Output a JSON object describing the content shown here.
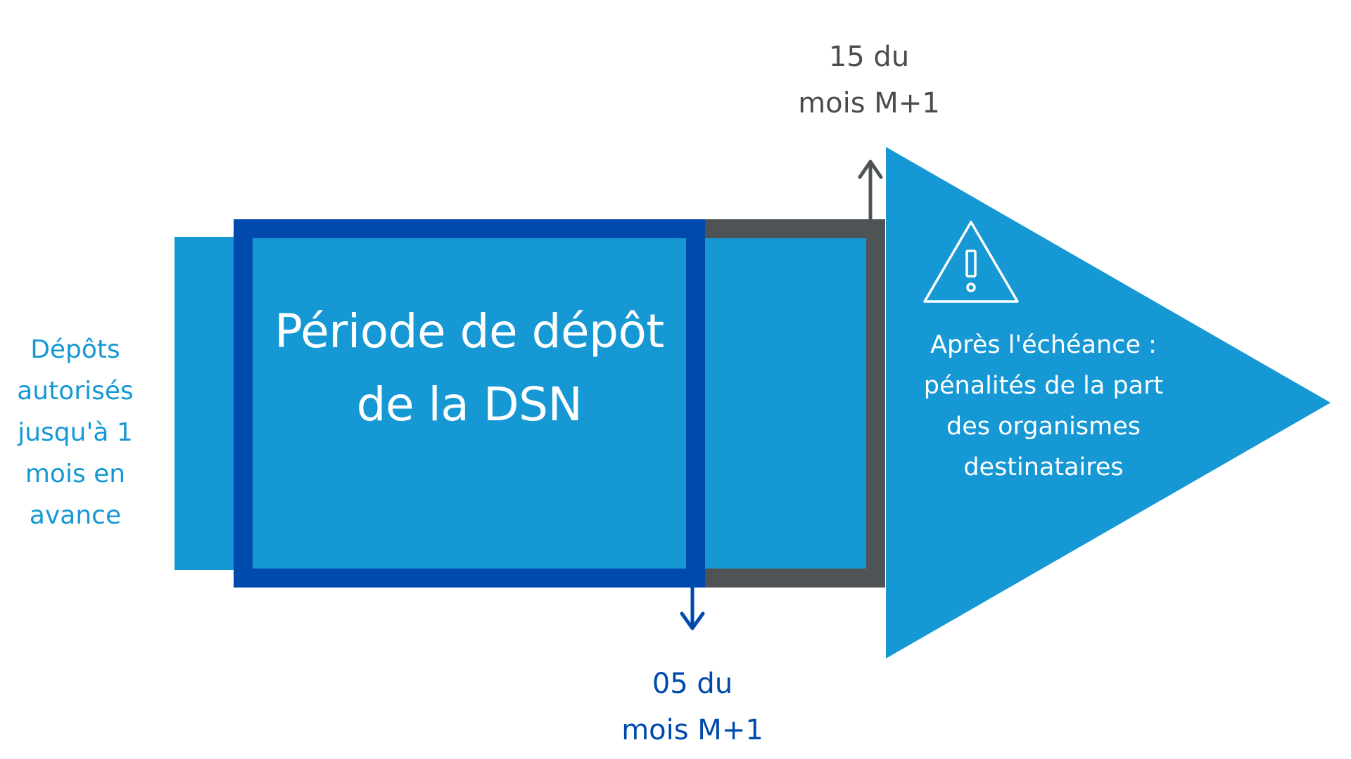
{
  "diagram": {
    "title": {
      "lines": [
        "Période de dépôt",
        "de la DSN"
      ]
    },
    "left_note": {
      "lines": [
        "Dépôts",
        "autorisés",
        "jusqu'à 1",
        "mois en",
        "avance"
      ]
    },
    "deadline_1": {
      "lines": [
        "05 du",
        "mois M+1"
      ],
      "direction": "down"
    },
    "deadline_2": {
      "lines": [
        "15 du",
        "mois M+1"
      ],
      "direction": "up"
    },
    "after_deadline": {
      "icon": "warning-icon",
      "lines": [
        "Après l'échéance :",
        "pénalités de la part",
        "des organismes",
        "destinataires"
      ]
    },
    "colors": {
      "light_blue": "#1598d4",
      "dark_blue": "#004aad",
      "grey": "#4f5355",
      "text_grey": "#4a4d4e",
      "white": "#ffffff"
    }
  }
}
